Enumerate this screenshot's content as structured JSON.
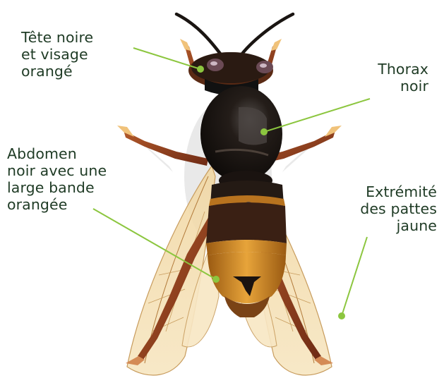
{
  "labels": {
    "head": [
      "Tête noire",
      "et visage",
      "orangé"
    ],
    "thorax": [
      "Thorax",
      "noir"
    ],
    "abdomen": [
      "Abdomen",
      "noir avec une",
      "large bande",
      "orangée"
    ],
    "legs": [
      "Extrémité",
      "des pattes",
      "jaune"
    ]
  },
  "colors": {
    "leader": "#8cc63f",
    "text": "#1f3b25",
    "body_black": "#1c1714",
    "orange_band": "#d38a1d",
    "wing": "#f3d9a4",
    "leg_brown": "#8a3b1f",
    "leg_tip_yellow": "#f0c27a"
  }
}
